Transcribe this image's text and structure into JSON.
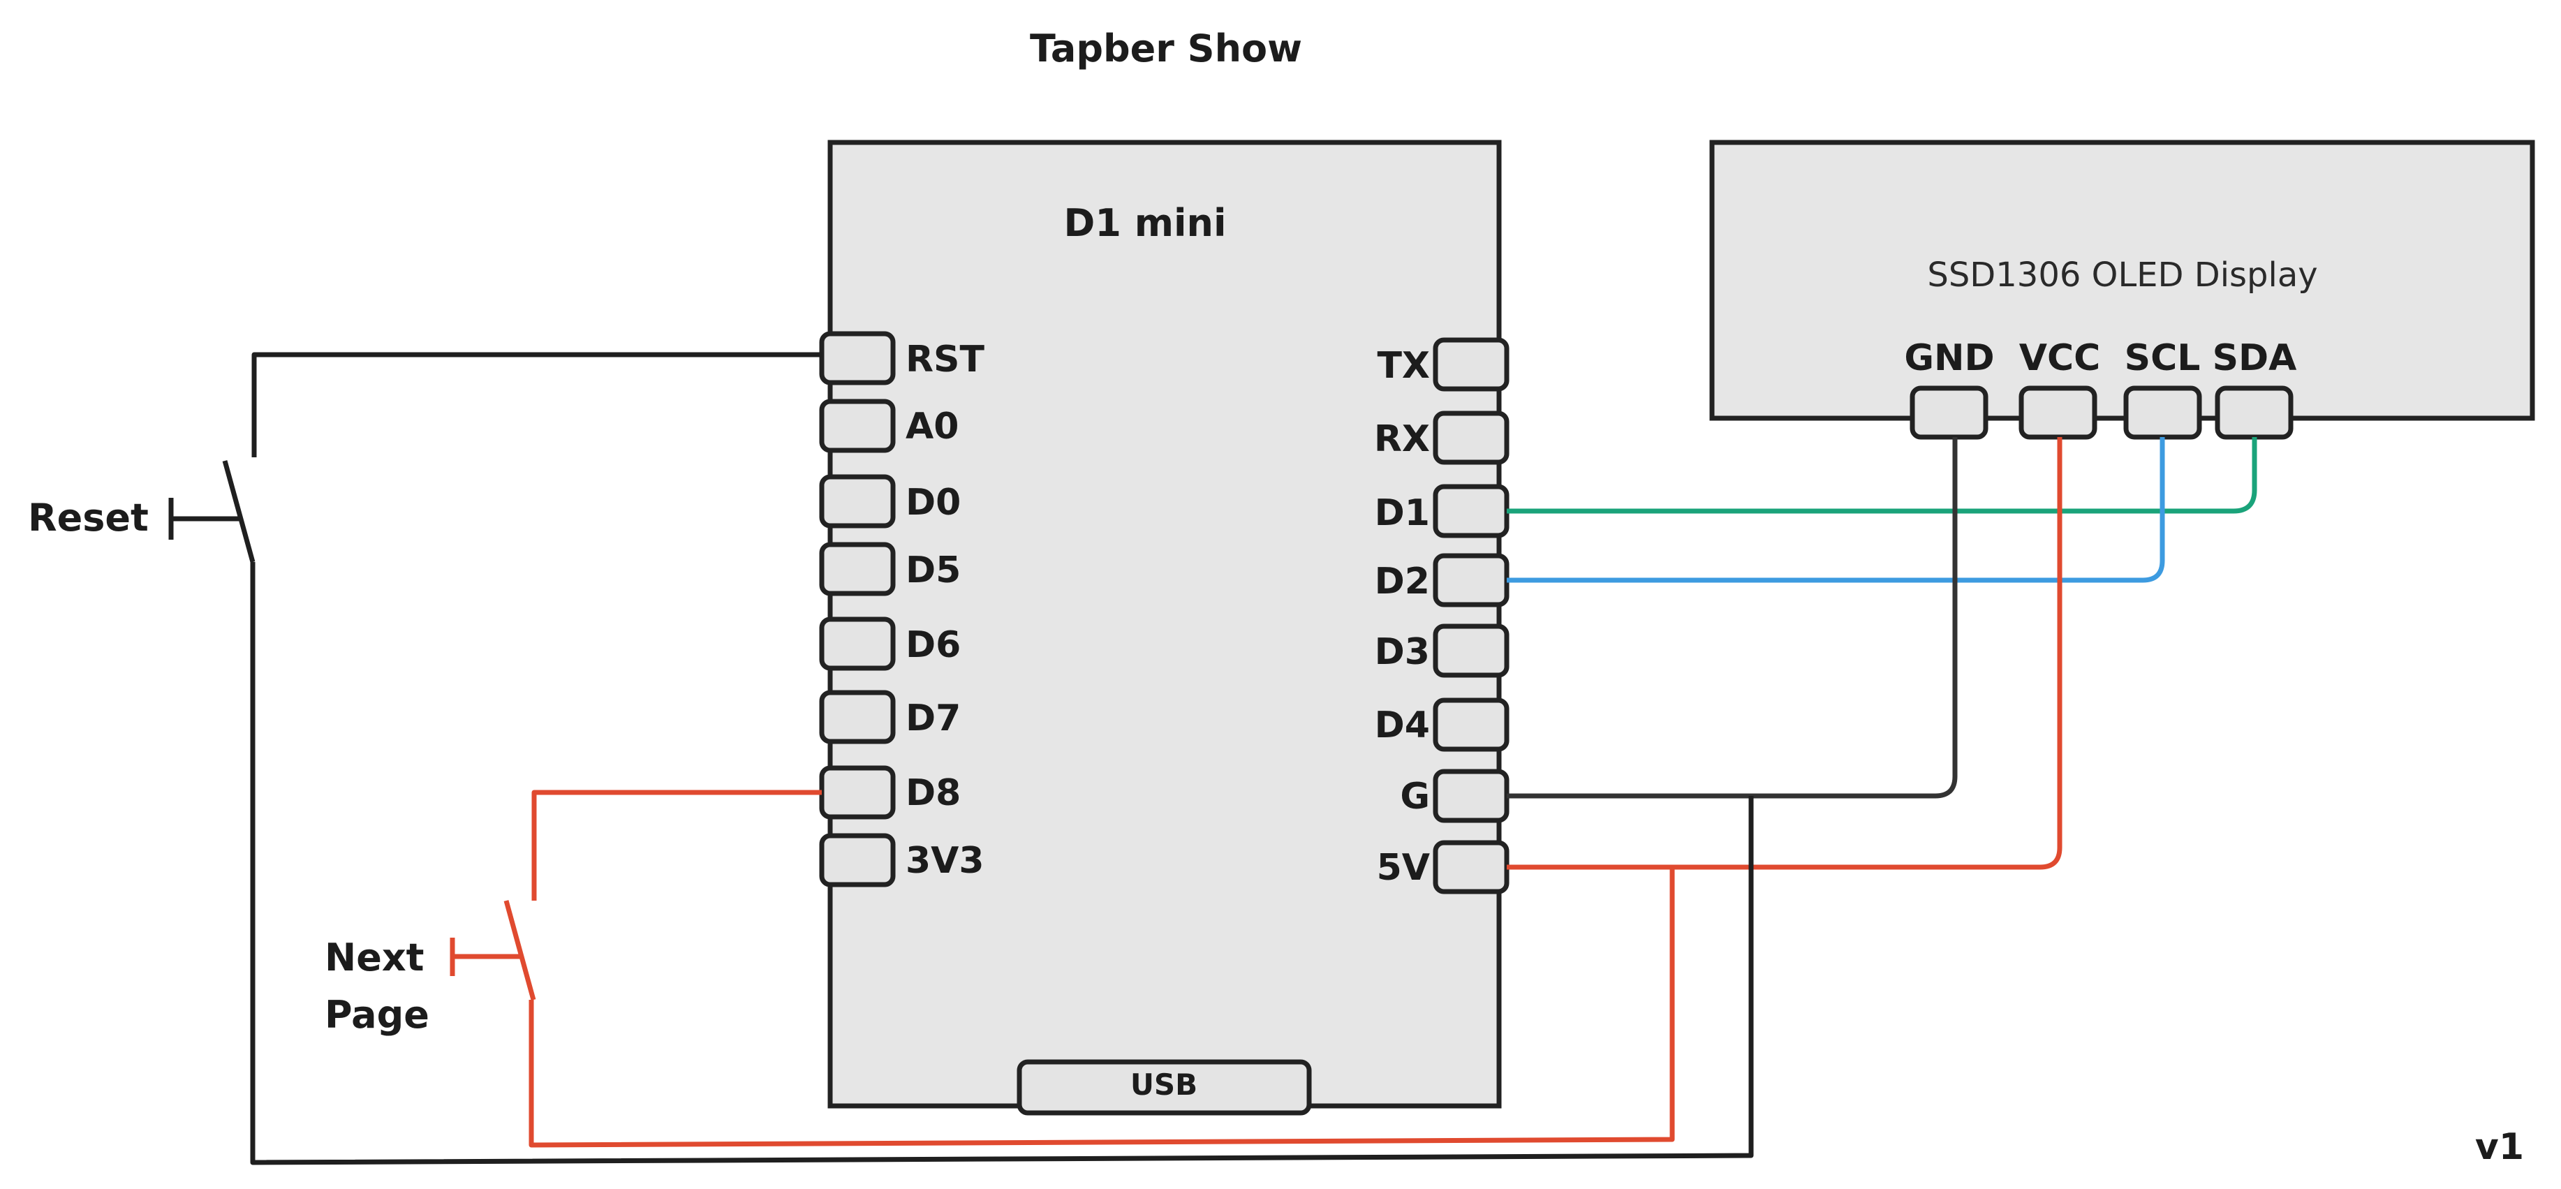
{
  "title": "Tapber Show",
  "version": "v1",
  "board": {
    "label": "D1 mini",
    "usb_label": "USB",
    "left_pins": [
      "RST",
      "A0",
      "D0",
      "D5",
      "D6",
      "D7",
      "D8",
      "3V3"
    ],
    "right_pins": [
      "TX",
      "RX",
      "D1",
      "D2",
      "D3",
      "D4",
      "G",
      "5V"
    ]
  },
  "display": {
    "label": "SSD1306 OLED Display",
    "pins": [
      "GND",
      "VCC",
      "SCL",
      "SDA"
    ]
  },
  "buttons": {
    "reset_label": "Reset",
    "next_label_line1": "Next",
    "next_label_line2": "Page"
  },
  "colors": {
    "black_wire": "#1f1f1f",
    "gnd_wire": "#333333",
    "red_wire": "#e04a2f",
    "green_wire": "#1aa37a",
    "blue_wire": "#3d9be0",
    "board_fill": "#e6e6e6"
  }
}
